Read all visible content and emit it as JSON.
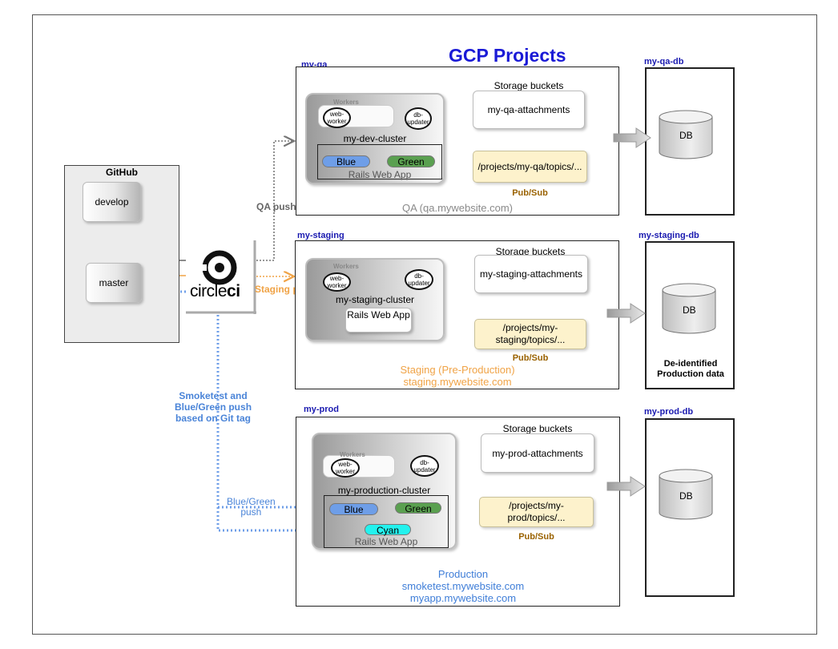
{
  "title": "GCP Projects",
  "github": {
    "title": "GitHub",
    "branches": [
      "develop",
      "master"
    ]
  },
  "circleci": {
    "logo_text_light": "circle",
    "logo_text_bold": "ci"
  },
  "edges": {
    "qa_push": "QA push",
    "staging_push": "Staging push",
    "smoketest": [
      "Smoketest and",
      "Blue/Green push",
      "based on Git tag"
    ],
    "bluegreen": [
      "Blue/Green",
      "push"
    ]
  },
  "projects": [
    {
      "id": "my-qa",
      "workers_label": "Workers",
      "web_worker": "web-worker",
      "db_updater": "db-updater",
      "cluster": "my-dev-cluster",
      "pills": [
        "Blue",
        "Green"
      ],
      "app_label": "Rails Web App",
      "storage_label": "Storage buckets",
      "bucket": "my-qa-attachments",
      "topic": "/projects/my-qa/topics/...",
      "pubsub": "Pub/Sub",
      "env": [
        "QA (qa.mywebsite.com)"
      ]
    },
    {
      "id": "my-staging",
      "workers_label": "Workers",
      "web_worker": "web-worker",
      "db_updater": "db-updater",
      "cluster": "my-staging-cluster",
      "app_label": "Rails Web App",
      "storage_label": "Storage buckets",
      "bucket": "my-staging-attachments",
      "topic": "/projects/my-staging/topics/...",
      "pubsub": "Pub/Sub",
      "env": [
        "Staging (Pre-Production)",
        "staging.mywebsite.com"
      ]
    },
    {
      "id": "my-prod",
      "workers_label": "Workers",
      "web_worker": "web-worker",
      "db_updater": "db-updater",
      "cluster": "my-production-cluster",
      "pills": [
        "Blue",
        "Green",
        "Cyan"
      ],
      "app_label": "Rails Web App",
      "storage_label": "Storage buckets",
      "bucket": "my-prod-attachments",
      "topic": "/projects/my-prod/topics/...",
      "pubsub": "Pub/Sub",
      "env": [
        "Production",
        "smoketest.mywebsite.com",
        "myapp.mywebsite.com"
      ]
    }
  ],
  "databases": [
    {
      "id": "my-qa-db",
      "label": "DB"
    },
    {
      "id": "my-staging-db",
      "label": "DB",
      "note": "De-identified Production data"
    },
    {
      "id": "my-prod-db",
      "label": "DB"
    }
  ],
  "colors": {
    "title": "#1a1ad6",
    "project_label": "#1a1ab0",
    "staging_text": "#f0a346",
    "prod_text": "#3f7ed8",
    "pubsub_label": "#9a6200",
    "qa_push": "#777777"
  }
}
